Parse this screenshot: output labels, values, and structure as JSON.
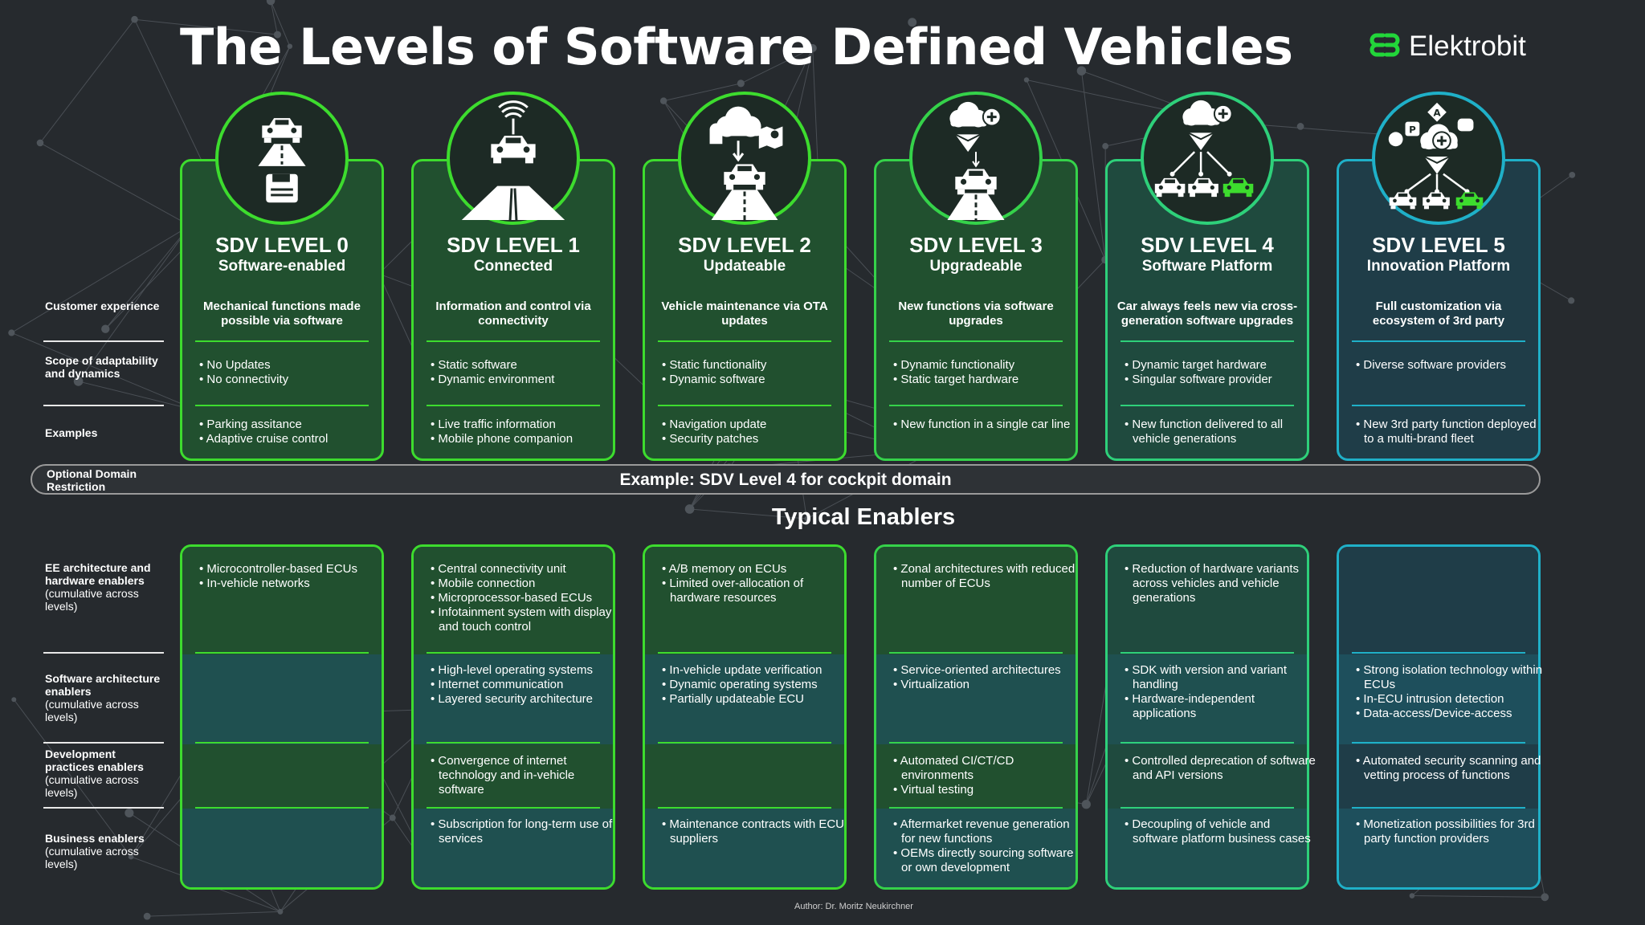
{
  "title": "The Levels of Software Defined Vehicles",
  "brand": {
    "name": "Elektrobit",
    "color": "#22d63a"
  },
  "row_labels": {
    "customer_experience": "Customer experience",
    "scope": "Scope of adaptability and dynamics",
    "examples": "Examples",
    "domain": "Optional Domain Restriction",
    "ee": {
      "bold": "EE architecture and hardware  enablers",
      "rest": "(cumulative across levels)"
    },
    "software": {
      "bold": "Software architecture enablers",
      "rest": "(cumulative across levels)"
    },
    "development": {
      "bold": "Development practices enablers",
      "rest": "(cumulative across levels)"
    },
    "business": {
      "bold": "Business enablers",
      "rest": "(cumulative across levels)"
    }
  },
  "domain_example": "Example: SDV Level 4 for cockpit domain",
  "enablers_title": "Typical Enablers",
  "author": "Author: Dr. Moritz Neukirchner",
  "levels": [
    {
      "title": "SDV LEVEL 0",
      "subtitle": "Software-enabled",
      "icon": "car-on-road-with-floppy-disk-icon",
      "border_color": "#3ddc2e",
      "customer_experience": "Mechanical functions made possible via software",
      "scope": [
        "No Updates",
        "No connectivity"
      ],
      "examples": [
        "Parking assitance",
        "Adaptive cruise control"
      ],
      "ee": [
        "Microcontroller-based ECUs",
        "In-vehicle networks"
      ],
      "software": [],
      "development": [],
      "business": []
    },
    {
      "title": "SDV LEVEL 1",
      "subtitle": "Connected",
      "icon": "connected-car-on-road-icon",
      "border_color": "#3ddc2e",
      "customer_experience": "Information and control via connectivity",
      "scope": [
        "Static software",
        "Dynamic environment"
      ],
      "examples": [
        "Live traffic information",
        "Mobile phone companion"
      ],
      "ee": [
        "Central connectivity unit",
        "Mobile connection",
        "Microprocessor-based ECUs",
        "Infotainment system with display and touch control"
      ],
      "software": [
        "High-level operating systems",
        "Internet communication",
        "Layered security architecture"
      ],
      "development": [
        "Convergence of internet technology and in-vehicle software"
      ],
      "business": [
        "Subscription for long-term use of services"
      ]
    },
    {
      "title": "SDV LEVEL 2",
      "subtitle": "Updateable",
      "icon": "cloud-update-car-icon",
      "border_color": "#3ddc2e",
      "customer_experience": "Vehicle maintenance via OTA updates",
      "scope": [
        "Static functionality",
        "Dynamic software"
      ],
      "examples": [
        "Navigation update",
        "Security patches"
      ],
      "ee": [
        "A/B memory on ECUs",
        "Limited over-allocation of hardware resources"
      ],
      "software": [
        "In-vehicle update verification",
        "Dynamic operating systems",
        "Partially updateable ECU"
      ],
      "development": [],
      "business": [
        "Maintenance contracts with ECU suppliers"
      ]
    },
    {
      "title": "SDV LEVEL 3",
      "subtitle": "Upgradeable",
      "icon": "cloud-parachute-upgrade-icon",
      "border_color": "#35d24a",
      "customer_experience": "New functions via software upgrades",
      "scope": [
        "Dynamic functionality",
        "Static target hardware"
      ],
      "examples": [
        "New function in a single car line"
      ],
      "ee": [
        "Zonal architectures with reduced number of ECUs"
      ],
      "software": [
        "Service-oriented architectures",
        "Virtualization"
      ],
      "development": [
        "Automated CI/CT/CD environments",
        "Virtual testing"
      ],
      "business": [
        "Aftermarket revenue generation for new functions",
        "OEMs directly sourcing software or own development"
      ]
    },
    {
      "title": "SDV LEVEL 4",
      "subtitle": "Software Platform",
      "icon": "cloud-platform-multi-car-icon",
      "border_color": "#2ed07a",
      "customer_experience": "Car always feels new via cross-generation software upgrades",
      "scope": [
        "Dynamic target hardware",
        "Singular software provider"
      ],
      "examples": [
        "New function delivered to all vehicle generations"
      ],
      "ee": [
        "Reduction of hardware variants across vehicles and vehicle generations"
      ],
      "software": [
        "SDK with version and variant handling",
        "Hardware-independent applications"
      ],
      "development": [
        "Controlled deprecation of software and API versions"
      ],
      "business": [
        "Decoupling of vehicle and software platform business cases"
      ]
    },
    {
      "title": "SDV LEVEL 5",
      "subtitle": "Innovation Platform",
      "icon": "app-ecosystem-multi-car-icon",
      "border_color": "#1fb0c8",
      "customer_experience": "Full customization via ecosystem of 3rd party",
      "scope": [
        "Diverse software providers"
      ],
      "examples": [
        "New 3rd party function deployed to a multi-brand fleet"
      ],
      "ee": [],
      "software": [
        "Strong isolation technology within ECUs",
        "In-ECU intrusion detection",
        "Data-access/Device-access"
      ],
      "development": [
        "Automated security scanning and vetting process of functions"
      ],
      "business": [
        "Monetization possibilities for 3rd party function providers"
      ]
    }
  ]
}
